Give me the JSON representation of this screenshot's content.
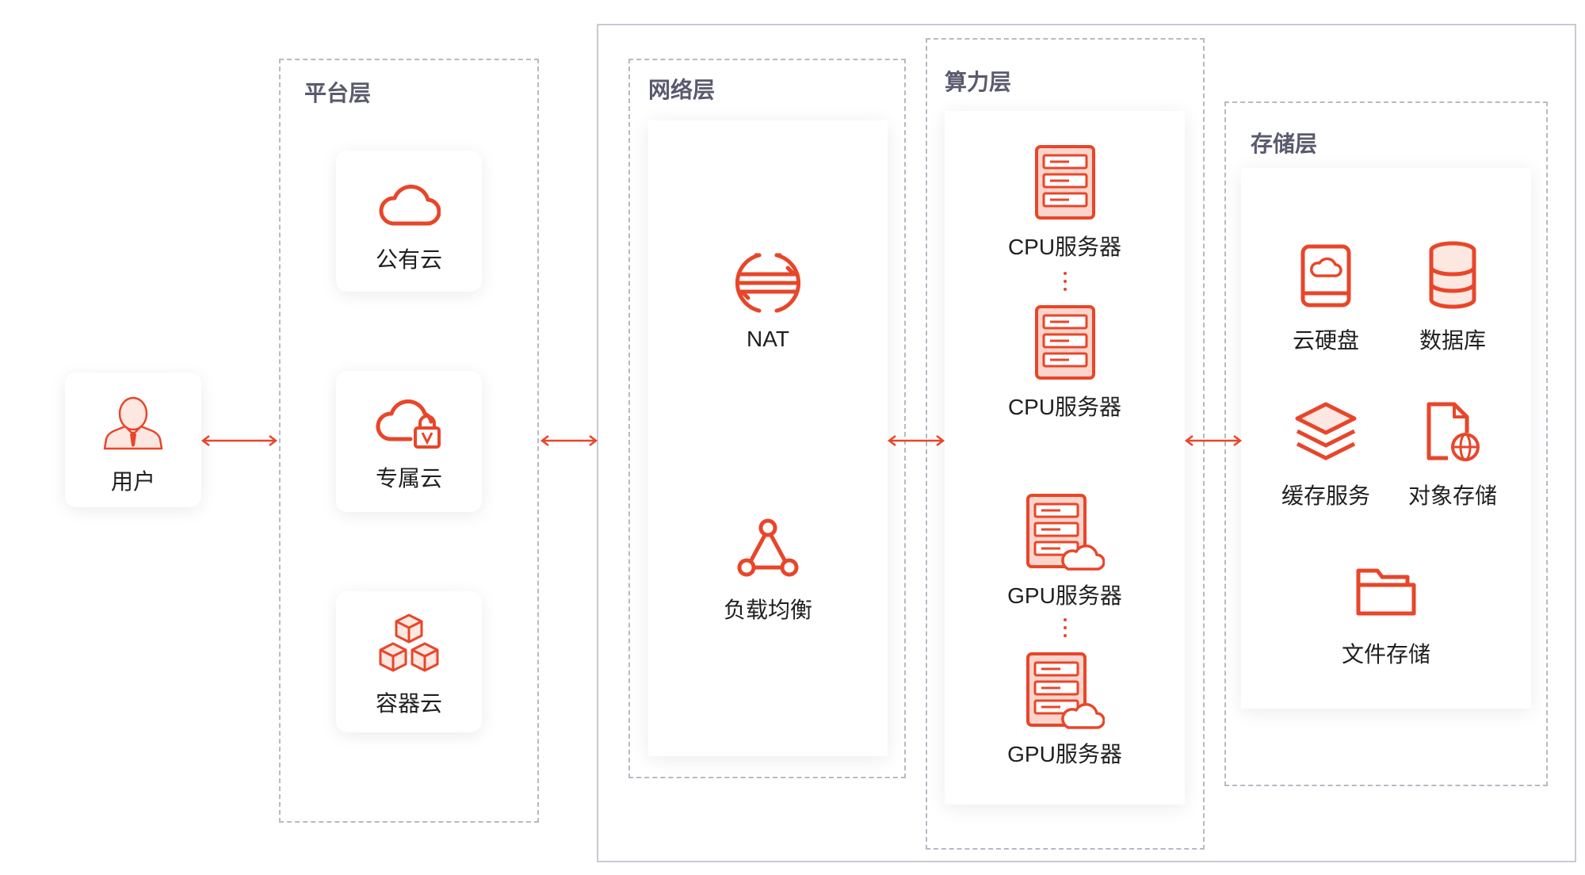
{
  "user": {
    "label": "用户",
    "icon": "user-icon"
  },
  "platform_layer": {
    "title": "平台层",
    "items": [
      {
        "label": "公有云",
        "icon": "cloud-icon"
      },
      {
        "label": "专属云",
        "icon": "cloud-lock-icon"
      },
      {
        "label": "容器云",
        "icon": "cubes-icon"
      }
    ]
  },
  "network_layer": {
    "title": "网络层",
    "items": [
      {
        "label": "NAT",
        "icon": "nat-icon"
      },
      {
        "label": "负载均衡",
        "icon": "load-balance-icon"
      }
    ]
  },
  "compute_layer": {
    "title": "算力层",
    "items": [
      {
        "label": "CPU服务器",
        "icon": "server-icon"
      },
      {
        "label": "CPU服务器",
        "icon": "server-icon"
      },
      {
        "label": "GPU服务器",
        "icon": "server-cloud-icon"
      },
      {
        "label": "GPU服务器",
        "icon": "server-cloud-icon"
      }
    ]
  },
  "storage_layer": {
    "title": "存储层",
    "items": [
      {
        "label": "云硬盘",
        "icon": "cloud-disk-icon"
      },
      {
        "label": "数据库",
        "icon": "database-icon"
      },
      {
        "label": "缓存服务",
        "icon": "layers-icon"
      },
      {
        "label": "对象存储",
        "icon": "file-globe-icon"
      },
      {
        "label": "文件存储",
        "icon": "folder-icon"
      }
    ]
  },
  "colors": {
    "accent": "#e8462a",
    "border": "#b9b9c6",
    "title": "#5a5a6e"
  }
}
